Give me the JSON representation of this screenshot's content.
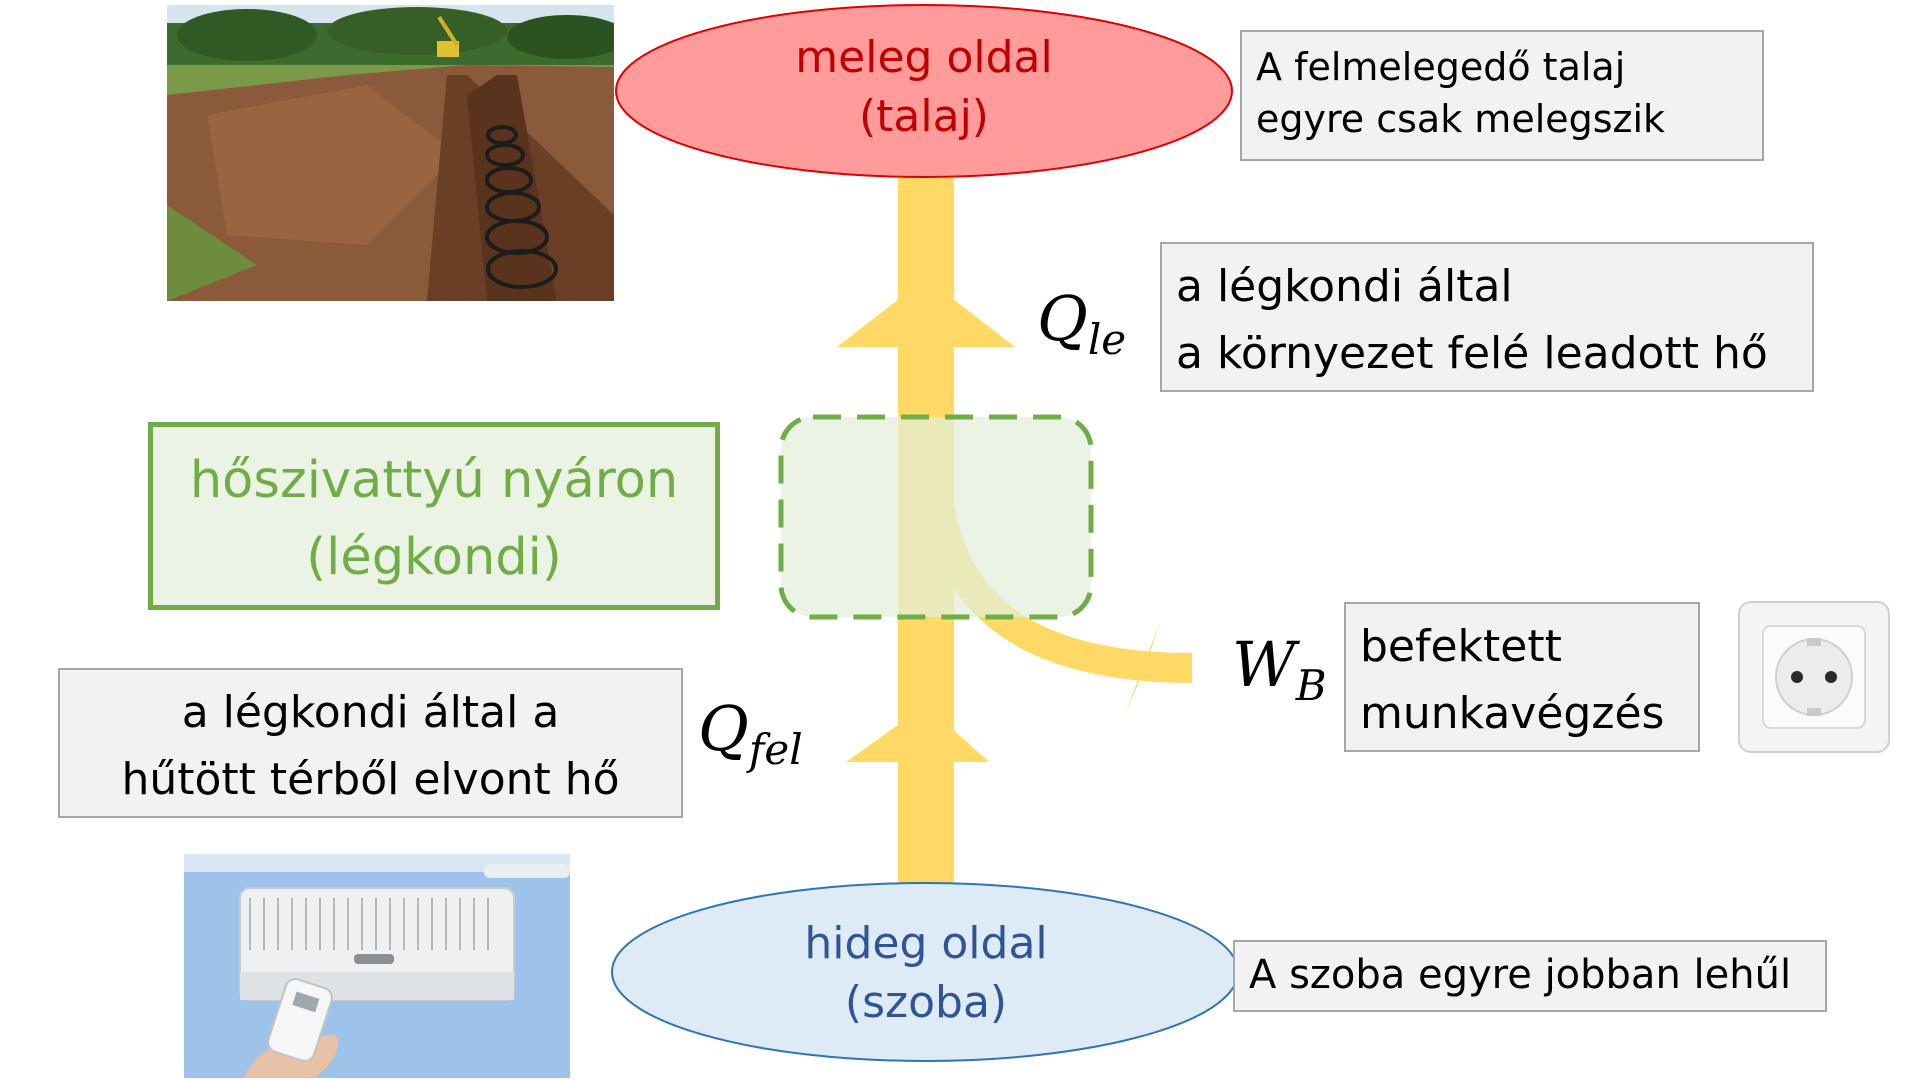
{
  "title": {
    "line1": "hőszivattyú nyáron",
    "line2": "(légkondi)"
  },
  "hot_side": {
    "line1": "meleg oldal",
    "line2": "(talaj)",
    "note": [
      "A felmelegedő talaj",
      "egyre csak melegszik"
    ]
  },
  "cold_side": {
    "line1": "hideg oldal",
    "line2": "(szoba)",
    "note": "A szoba egyre jobban lehűl"
  },
  "q_le": {
    "symbol": "Q",
    "subscript": "le",
    "description": [
      "a légkondi által",
      "a környezet felé leadott hő"
    ]
  },
  "q_fel": {
    "symbol": "Q",
    "subscript": "fel",
    "description": [
      "a légkondi által a",
      "hűtött térből elvont hő"
    ]
  },
  "w_b": {
    "symbol": "W",
    "subscript": "B",
    "description": [
      "befektett",
      "munkavégzés"
    ]
  },
  "images": {
    "trench": "photo-trench-with-ground-pipes",
    "air_conditioner": "photo-wall-air-conditioner-with-remote",
    "socket": "photo-wall-power-socket"
  },
  "colors": {
    "arrow": "#ffd966",
    "hot_fill": "#ff9b9b",
    "hot_stroke": "#e00000",
    "hot_text": "#c00000",
    "cold_fill": "#deebf7",
    "cold_stroke": "#2e75b6",
    "cold_text": "#2f5597",
    "green": "#70ad47",
    "green_fill": "#ebf3e5"
  }
}
